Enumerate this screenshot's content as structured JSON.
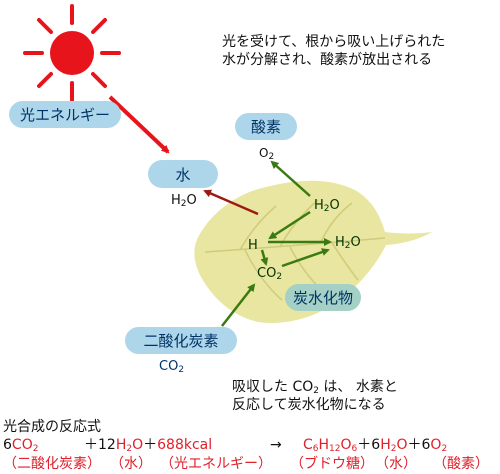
{
  "explanation": {
    "line1": "光を受けて、根から吸い上げられた",
    "line2": "水が分解され、酸素が放出される"
  },
  "labels": {
    "light_energy": "光エネルギー",
    "water": "水",
    "water_formula": {
      "main": "H",
      "sub": "2",
      "tail": "O"
    },
    "oxygen": "酸素",
    "oxygen_formula": {
      "main": "O",
      "sub": "2"
    },
    "carbon_dioxide": "二酸化炭素",
    "co2_formula": {
      "main": "CO",
      "sub": "2"
    },
    "carbohydrate": "炭水化物"
  },
  "leaf_labels": {
    "h2o_top": {
      "main": "H",
      "sub": "2",
      "tail": "O"
    },
    "h": "H",
    "h2o_right": {
      "main": "H",
      "sub": "2",
      "tail": "O"
    },
    "co2": {
      "main": "CO",
      "sub": "2"
    }
  },
  "absorbed": {
    "line1_pre": "吸収した CO",
    "line1_sub": "2",
    "line1_post": " は、 水素と",
    "line2": "反応して炭水化物になる"
  },
  "reaction": {
    "title": "光合成の反応式",
    "eq_6": "6",
    "eq_co2": "CO",
    "eq_co2_sub": "2",
    "eq_plus12": "＋12",
    "eq_h2o_h": "H",
    "eq_h2o_sub": "2",
    "eq_h2o_o": "O",
    "eq_plus": "＋",
    "eq_energy": "688kcal",
    "eq_arrow": "→",
    "eq_c": "C",
    "eq_c_sub": "6",
    "eq_h": "H",
    "eq_h_sub": "12",
    "eq_o": "O",
    "eq_o_sub": "6",
    "eq_plus6": "＋6",
    "eq_h2o2_h": "H",
    "eq_h2o2_sub": "2",
    "eq_h2o2_o": "O",
    "eq_plus6b": "＋6",
    "eq_o2": "O",
    "eq_o2_sub": "2",
    "names": {
      "co2": "（二酸化炭素）",
      "water": "（水）",
      "light": "（光エネルギー）",
      "glucose": "（ブドウ糖）",
      "water2": "（水）",
      "oxygen": "（酸素）"
    }
  },
  "colors": {
    "sun": "#e8141c",
    "pill": "#aed6ea",
    "leaf": "#e8e6a0",
    "green_arrow": "#3a7a12",
    "red_arrow": "#e8141c",
    "dark_red_arrow": "#9c1a10",
    "formula_red": "#e0212b"
  }
}
